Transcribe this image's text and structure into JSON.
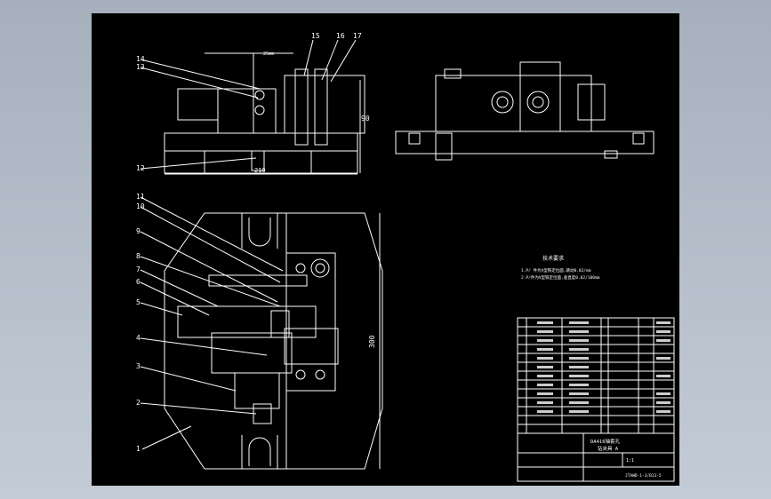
{
  "drawing": {
    "colors": {
      "background": "#000000",
      "frame_bg": "#b8c1cc",
      "line": "#ffffff"
    },
    "top_dims": {
      "width_label": "210",
      "height_label": "90",
      "top_label": "25mm"
    },
    "plan_dim": "300",
    "callouts": [
      "1",
      "2",
      "3",
      "4",
      "5",
      "6",
      "7",
      "8",
      "9",
      "10",
      "11",
      "12",
      "13",
      "14",
      "15",
      "16",
      "17"
    ],
    "notes": {
      "title": "技术要求",
      "line1": "1.P/ 件为V型铁定位面,跳动0.02/mm",
      "line2": "2.P/件为V型铁定位面,垂直度0.02/100mm"
    },
    "title_block": {
      "name_line1": "DA416轴套孔",
      "name_line2": "钻夹具 A",
      "drawing_no": "JTAWD-1-3/B13-5",
      "scale": "1:1"
    }
  }
}
